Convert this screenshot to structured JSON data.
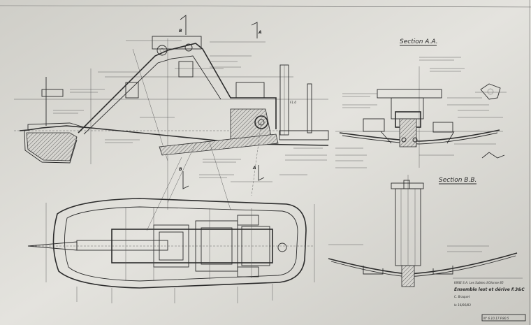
{
  "drawing": {
    "section_aa_title": "Section A.A.",
    "section_bb_title": "Section B.B.",
    "label_b_top": "B",
    "label_a_top": "A",
    "label_b_bottom": "B",
    "label_a_bottom": "A",
    "label_f10": "F1.0",
    "title_block": {
      "line1": "KIRIE S.A.   Les Sables d'Olonne 85",
      "line2": "Ensemble lest et dérive F.3&C",
      "line3": "C. Braquet",
      "date": "le 16/06/83",
      "ref": "N° 6.10.17.P.80.5"
    }
  }
}
